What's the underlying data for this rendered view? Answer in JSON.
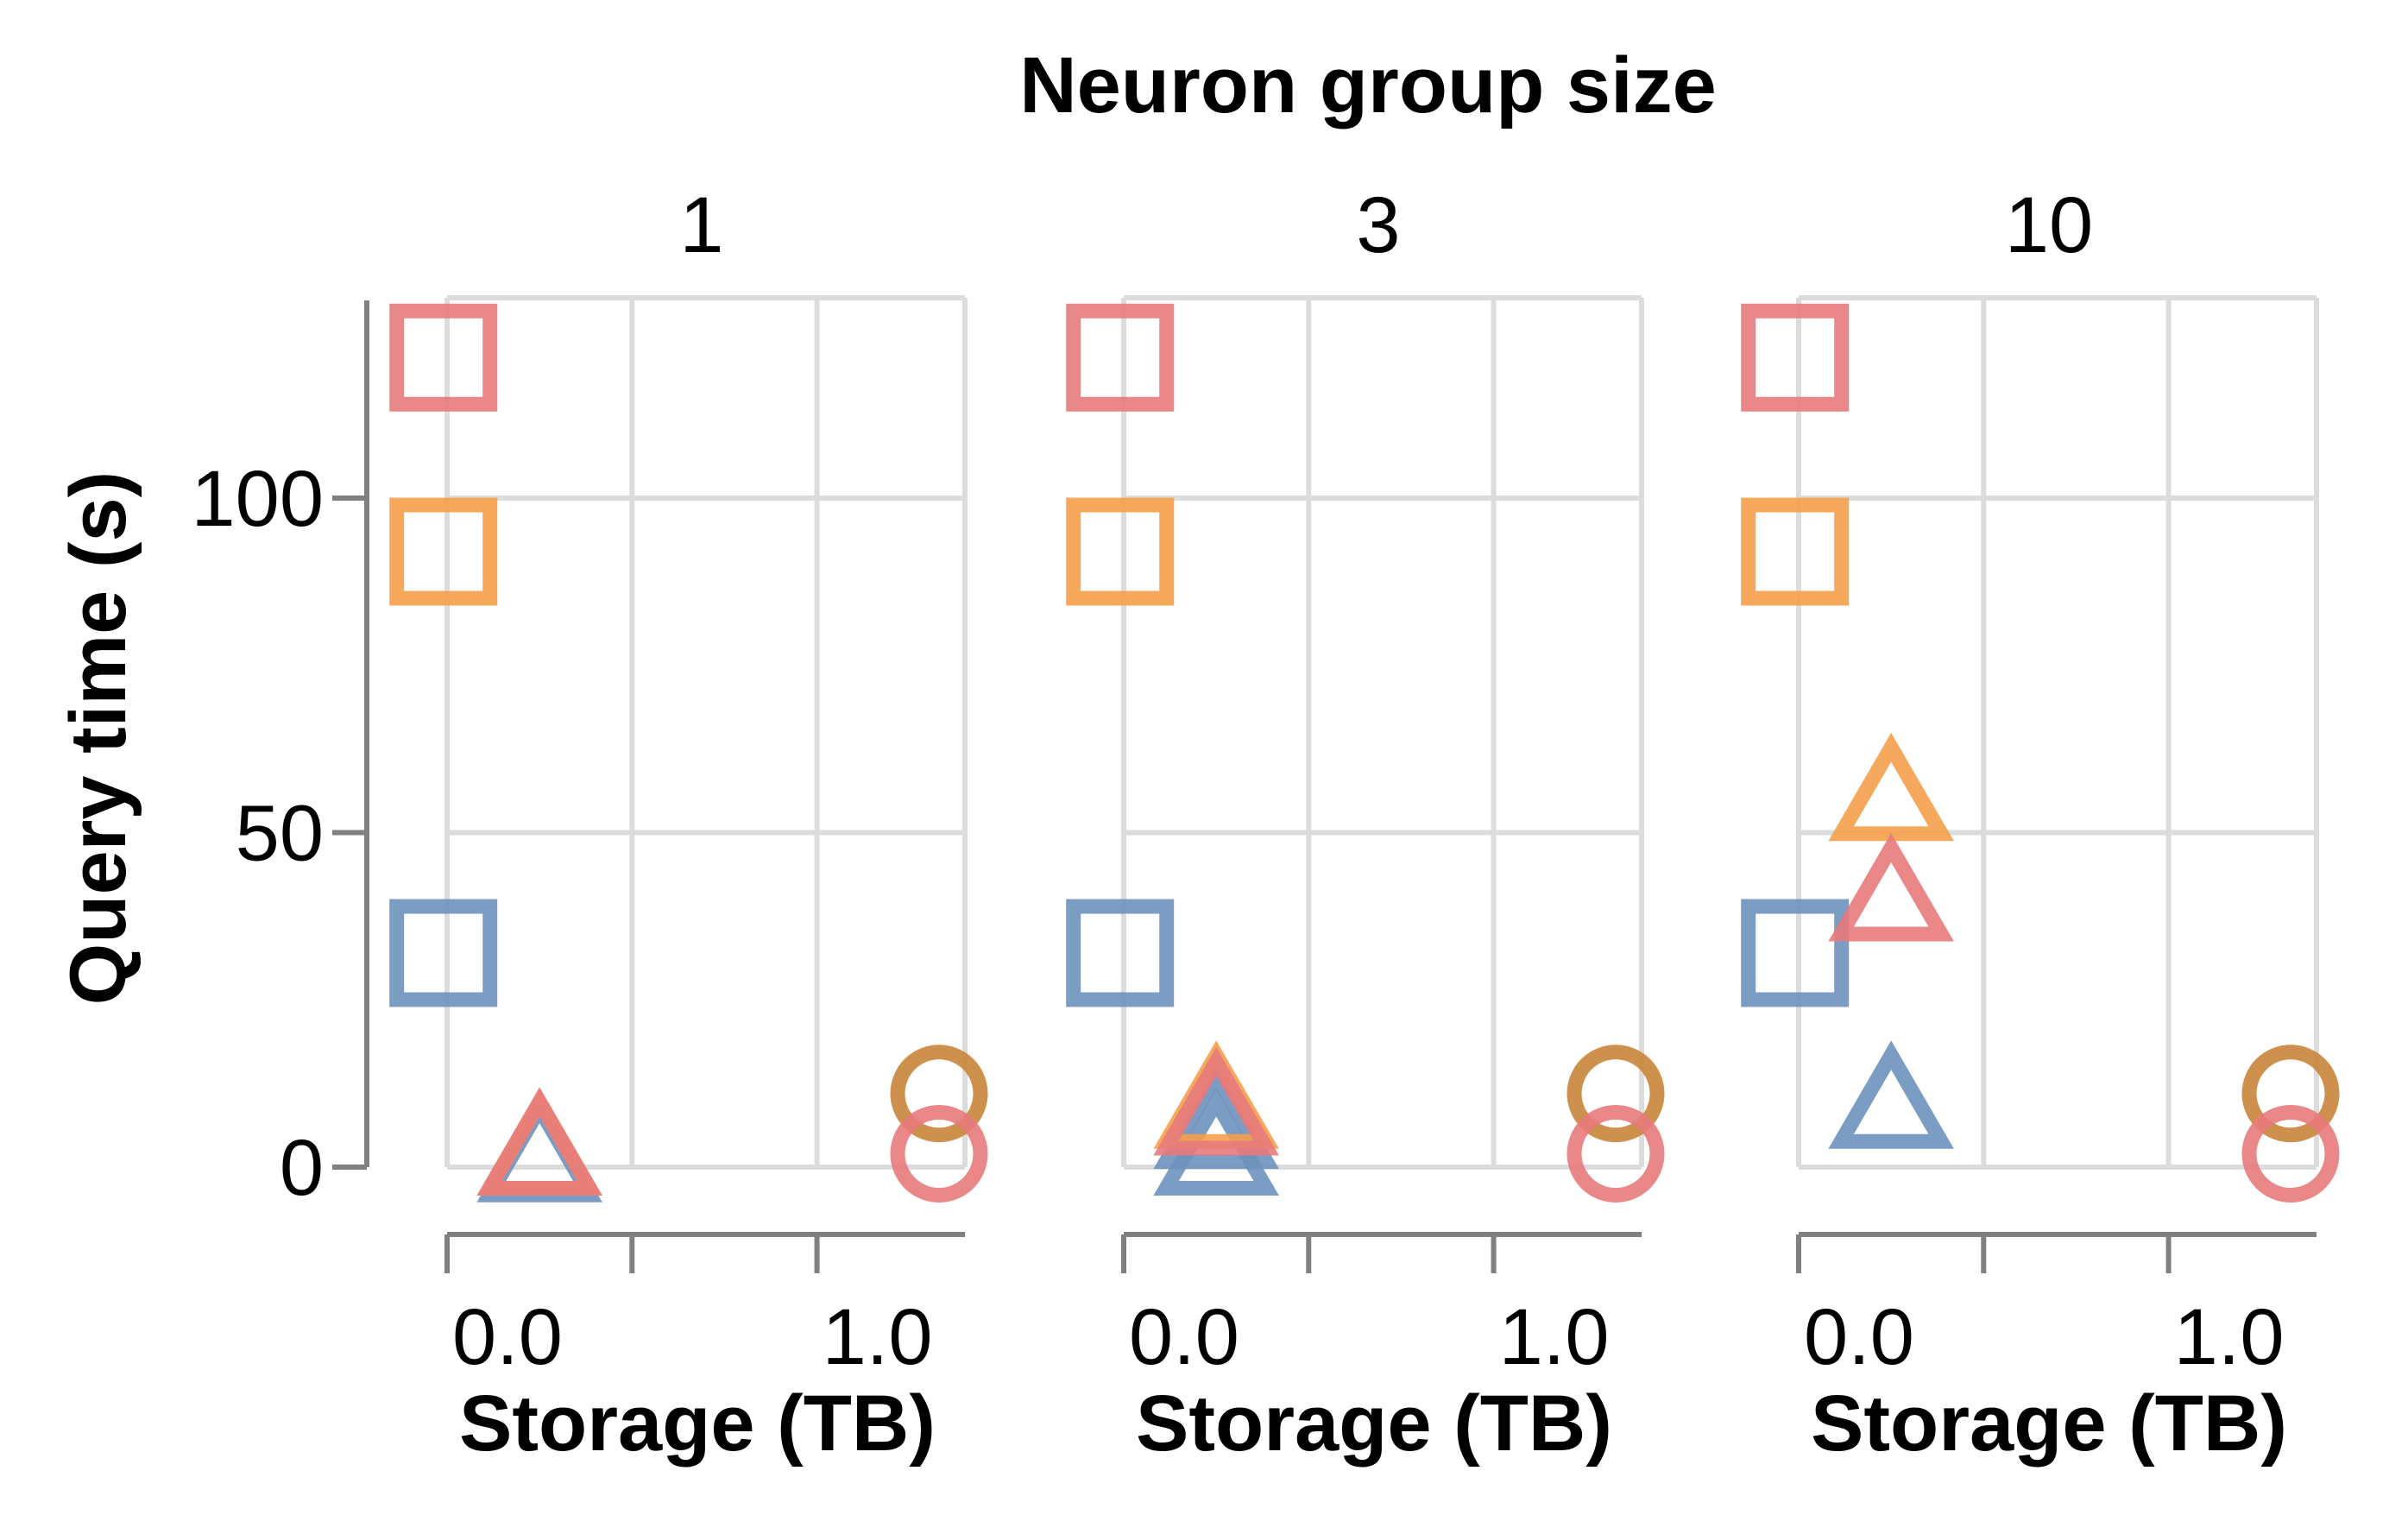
{
  "chart_data": {
    "type": "scatter",
    "title": "Neuron group size",
    "xlabel": "Storage (TB)",
    "ylabel": "Query time (s)",
    "facets": [
      "1",
      "3",
      "10"
    ],
    "xlim": [
      -0.05,
      1.4
    ],
    "ylim": [
      -5,
      130
    ],
    "x_ticks": [
      0.0,
      0.5,
      1.0
    ],
    "x_tick_labels": [
      "0.0",
      "",
      "1.0"
    ],
    "y_ticks": [
      0,
      50,
      100
    ],
    "y_tick_labels": [
      "0",
      "50",
      "100"
    ],
    "grid": true,
    "colors": {
      "red": "#e87a7c",
      "orange": "#f5a04a",
      "blue": "#6d92bd",
      "brown": "#c9843a",
      "grid": "#dcdcdc",
      "axis": "#808080"
    },
    "points": [
      {
        "facet": "1",
        "marker": "square",
        "color": "red",
        "x": -0.01,
        "y": 121
      },
      {
        "facet": "1",
        "marker": "square",
        "color": "orange",
        "x": -0.01,
        "y": 92
      },
      {
        "facet": "1",
        "marker": "square",
        "color": "blue",
        "x": -0.01,
        "y": 32
      },
      {
        "facet": "1",
        "marker": "triangle",
        "color": "blue",
        "x": 0.25,
        "y": 1
      },
      {
        "facet": "1",
        "marker": "triangle",
        "color": "orange",
        "x": 0.25,
        "y": 2
      },
      {
        "facet": "1",
        "marker": "triangle",
        "color": "red",
        "x": 0.25,
        "y": 2
      },
      {
        "facet": "1",
        "marker": "circle",
        "color": "brown",
        "x": 1.33,
        "y": 11
      },
      {
        "facet": "1",
        "marker": "circle",
        "color": "red",
        "x": 1.33,
        "y": 2
      },
      {
        "facet": "3",
        "marker": "square",
        "color": "red",
        "x": -0.01,
        "y": 121
      },
      {
        "facet": "3",
        "marker": "square",
        "color": "orange",
        "x": -0.01,
        "y": 92
      },
      {
        "facet": "3",
        "marker": "square",
        "color": "blue",
        "x": -0.01,
        "y": 32
      },
      {
        "facet": "3",
        "marker": "triangle",
        "color": "blue",
        "x": 0.25,
        "y": 2
      },
      {
        "facet": "3",
        "marker": "triangle",
        "color": "blue",
        "x": 0.25,
        "y": 6
      },
      {
        "facet": "3",
        "marker": "triangle",
        "color": "orange",
        "x": 0.25,
        "y": 9
      },
      {
        "facet": "3",
        "marker": "triangle",
        "color": "red",
        "x": 0.25,
        "y": 8
      },
      {
        "facet": "3",
        "marker": "circle",
        "color": "brown",
        "x": 1.33,
        "y": 11
      },
      {
        "facet": "3",
        "marker": "circle",
        "color": "red",
        "x": 1.33,
        "y": 2
      },
      {
        "facet": "10",
        "marker": "square",
        "color": "red",
        "x": -0.01,
        "y": 121
      },
      {
        "facet": "10",
        "marker": "square",
        "color": "orange",
        "x": -0.01,
        "y": 92
      },
      {
        "facet": "10",
        "marker": "square",
        "color": "blue",
        "x": -0.01,
        "y": 32
      },
      {
        "facet": "10",
        "marker": "triangle",
        "color": "orange",
        "x": 0.25,
        "y": 55
      },
      {
        "facet": "10",
        "marker": "triangle",
        "color": "red",
        "x": 0.25,
        "y": 40
      },
      {
        "facet": "10",
        "marker": "triangle",
        "color": "blue",
        "x": 0.25,
        "y": 9
      },
      {
        "facet": "10",
        "marker": "circle",
        "color": "brown",
        "x": 1.33,
        "y": 11
      },
      {
        "facet": "10",
        "marker": "circle",
        "color": "red",
        "x": 1.33,
        "y": 2
      }
    ]
  }
}
